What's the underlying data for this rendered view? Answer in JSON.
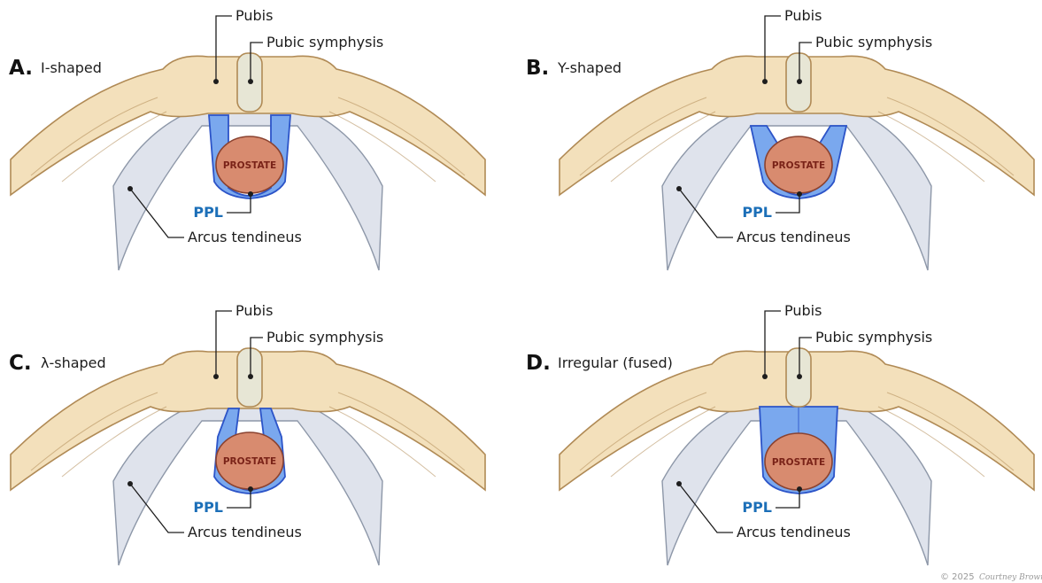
{
  "labels": {
    "pubis": "Pubis",
    "symphysis": "Pubic symphysis",
    "prostate": "PROSTATE",
    "ppl": "PPL",
    "arcus": "Arcus tendineus"
  },
  "panels": [
    {
      "letter": "A.",
      "title": "I-shaped",
      "variant": "I"
    },
    {
      "letter": "B.",
      "title": "Y-shaped",
      "variant": "Y"
    },
    {
      "letter": "C.",
      "title": "λ-shaped",
      "variant": "lambda"
    },
    {
      "letter": "D.",
      "title": "Irregular (fused)",
      "variant": "fused"
    }
  ],
  "footer": {
    "copyright": "© 2025",
    "signature": "Courtney Brown"
  },
  "colors": {
    "bone": "#f3e0bb",
    "bone_outline": "#b08a55",
    "fascia": "#dfe3ec",
    "fascia_outline": "#8d97a8",
    "ppl_fill": "#7aa8ee",
    "ppl_outline": "#2c54c8",
    "prostate_fill": "#d88b6f",
    "prostate_outline": "#8a4230",
    "symphysis_fill": "#e7e6d5",
    "ppl_text": "#1c6fb8"
  }
}
